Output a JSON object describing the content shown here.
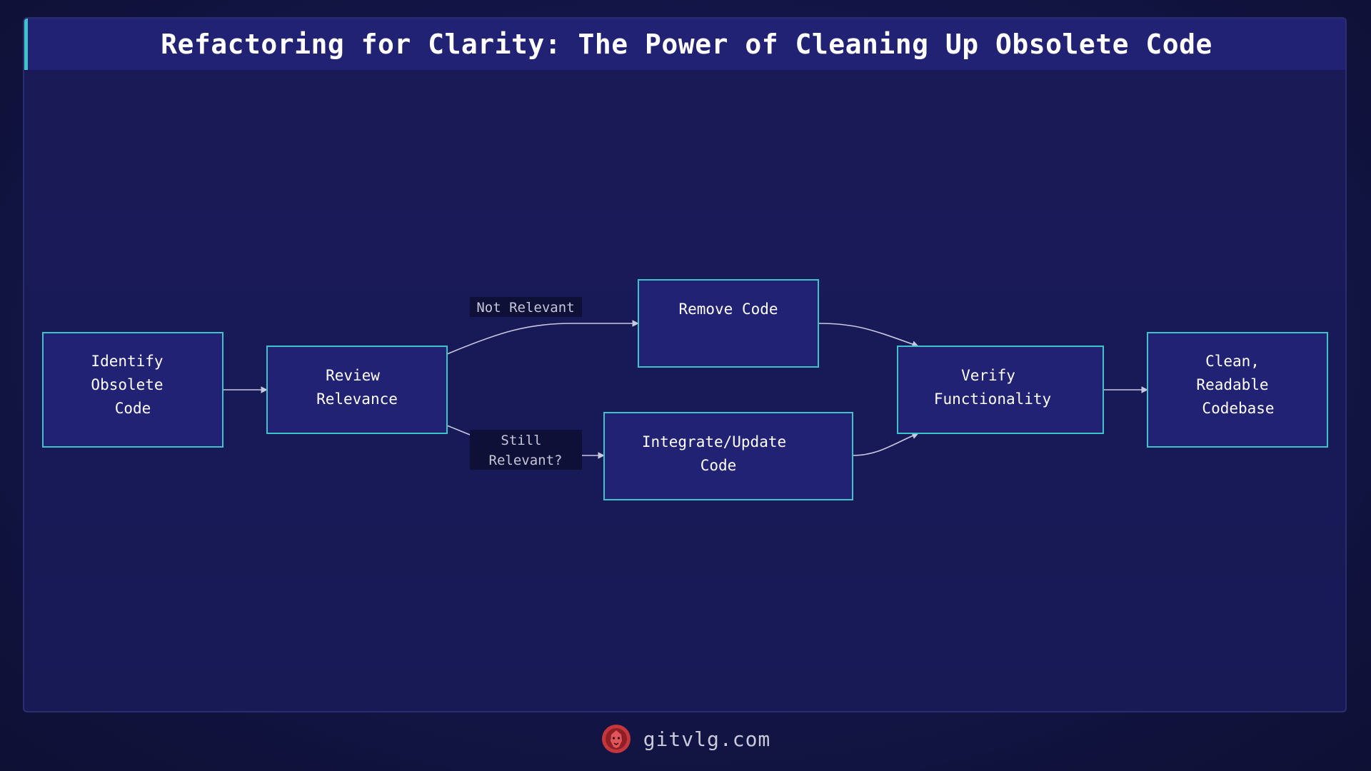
{
  "title": "Refactoring for Clarity: The Power of Cleaning Up Obsolete Code",
  "nodes": {
    "identify": [
      "Identify",
      "Obsolete",
      "Code"
    ],
    "review": [
      "Review",
      "Relevance"
    ],
    "remove": [
      "Remove Code"
    ],
    "integrate": [
      "Integrate/Update",
      "Code"
    ],
    "verify": [
      "Verify",
      "Functionality"
    ],
    "clean": [
      "Clean,",
      "Readable",
      "Codebase"
    ]
  },
  "edge_labels": {
    "not_relevant": [
      "Not Relevant"
    ],
    "still_relevant": [
      "Still",
      "Relevant?"
    ]
  },
  "footer": {
    "site": "gitvlg.com",
    "logo_icon": "lion-logo-icon"
  },
  "colors": {
    "node_fill": "#222275",
    "node_border": "#3fc3c9",
    "title_accent": "#3fc3c9",
    "logo": "#c4363c"
  }
}
